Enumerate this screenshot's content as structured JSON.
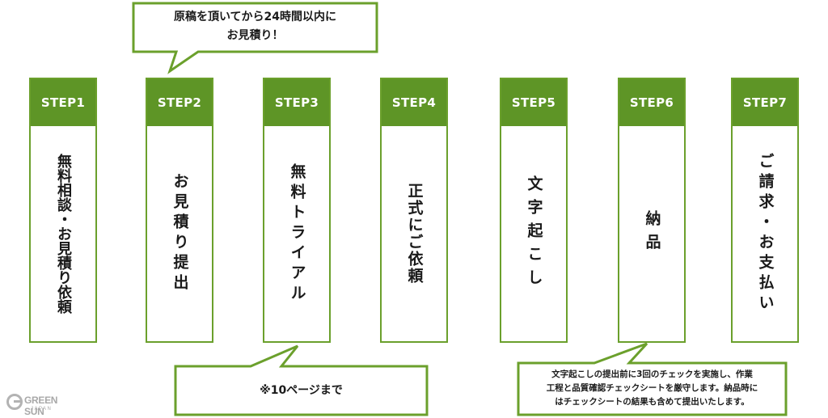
{
  "accent_color": "#5e9526",
  "border_color": "#6ba02c",
  "steps": [
    {
      "label": "STEP1",
      "text": "無料相談・お見積り依頼"
    },
    {
      "label": "STEP2",
      "text": "お見積り提出"
    },
    {
      "label": "STEP3",
      "text": "無料トライアル"
    },
    {
      "label": "STEP4",
      "text": "正式にご依頼"
    },
    {
      "label": "STEP5",
      "text": "文字起こし"
    },
    {
      "label": "STEP6",
      "text": "納品"
    },
    {
      "label": "STEP7",
      "text": "ご請求・お支払い"
    }
  ],
  "callouts": {
    "top": {
      "line1": "原稿を頂いてから24時間以内に",
      "line2": "お見積り！"
    },
    "bottom_left": {
      "text": "※10ページまで"
    },
    "bottom_right": {
      "line1": "文字起こしの提出前に3回のチェックを実施し、作業",
      "line2": "工程と品質確認チェックシートを厳守します。納品時に",
      "line3": "はチェックシートの結果も含めて提出いたします。"
    }
  },
  "logo": {
    "name": "GREEN SUN",
    "sub": "JAPAN"
  }
}
